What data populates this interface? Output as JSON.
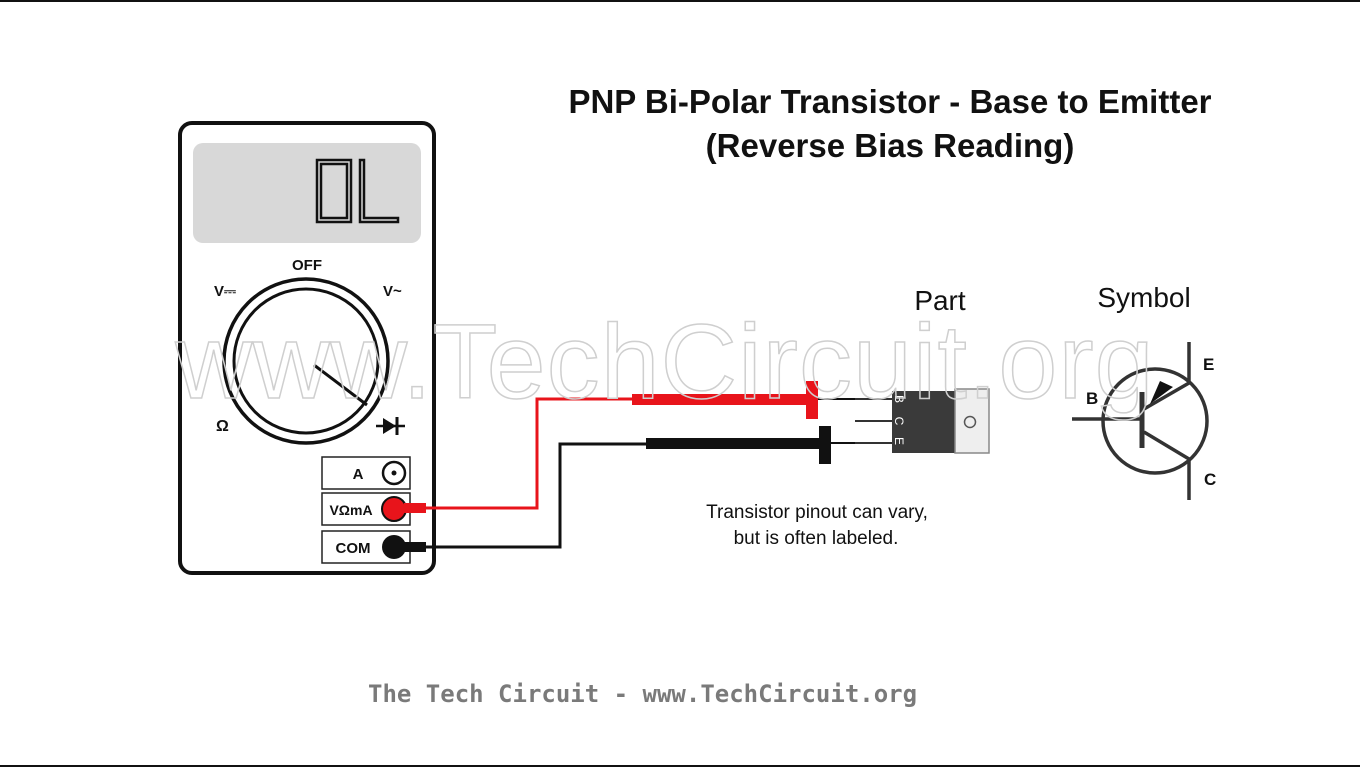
{
  "title": {
    "line1": "PNP Bi-Polar Transistor - Base to Emitter",
    "line2": "(Reverse Bias Reading)"
  },
  "meter": {
    "display": "OL",
    "dial_labels": {
      "off": "OFF",
      "v_dc": "V⎓",
      "v_ac": "V~",
      "ohm": "Ω",
      "diode": "diode-icon"
    },
    "jacks": {
      "a": "A",
      "v_ohm_ma": "VΩmA",
      "com": "COM"
    }
  },
  "part": {
    "heading": "Part",
    "pins": [
      "B",
      "C",
      "E"
    ],
    "note_line1": "Transistor pinout can vary,",
    "note_line2": "but is often labeled."
  },
  "symbol": {
    "heading": "Symbol",
    "base": "B",
    "emitter": "E",
    "collector": "C"
  },
  "watermark": "www.TechCircuit.org",
  "footer": "The Tech Circuit - www.TechCircuit.org",
  "colors": {
    "red_lead": "#e8141b",
    "black_lead": "#111111",
    "lcd": "#d8d8d8",
    "transistor_body": "#3a3a3a",
    "footer_text": "#7a7a7a"
  }
}
